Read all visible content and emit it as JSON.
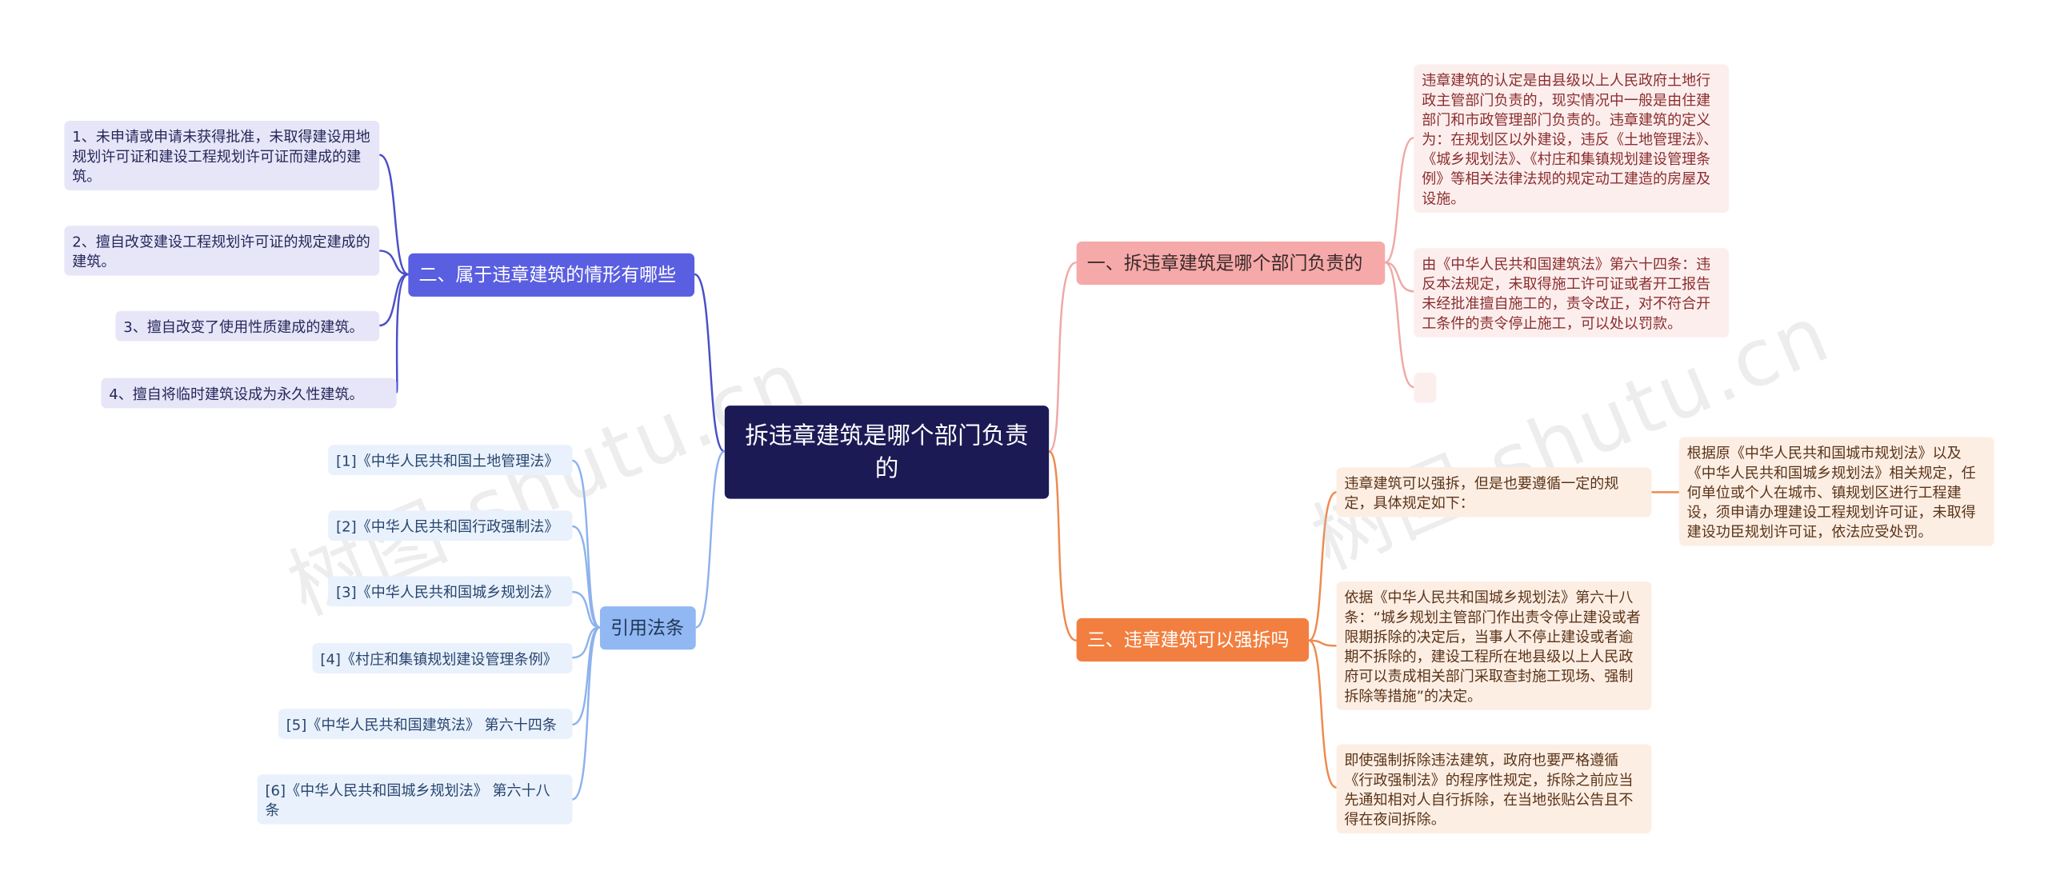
{
  "root": {
    "title": "拆违章建筑是哪个部门负责的"
  },
  "branches": {
    "b1": {
      "label": "一、拆违章建筑是哪个部门负责的",
      "children": [
        "违章建筑的认定是由县级以上人民政府土地行政主管部门负责的，现实情况中一般是由住建部门和市政管理部门负责的。违章建筑的定义为：在规划区以外建设，违反《土地管理法》、《城乡规划法》、《村庄和集镇规划建设管理条例》等相关法律法规的规定动工建造的房屋及设施。",
        "由《中华人民共和国建筑法》第六十四条：违反本法规定，未取得施工许可证或者开工报告未经批准擅自施工的，责令改正，对不符合开工条件的责令停止施工，可以处以罚款。",
        ""
      ]
    },
    "b2": {
      "label": "二、属于违章建筑的情形有哪些",
      "children": [
        "1、未申请或申请未获得批准，未取得建设用地规划许可证和建设工程规划许可证而建成的建筑。",
        "2、擅自改变建设工程规划许可证的规定建成的建筑。",
        "3、擅自改变了使用性质建成的建筑。",
        "4、擅自将临时建筑设成为永久性建筑。"
      ]
    },
    "b3": {
      "label": "三、违章建筑可以强拆吗",
      "children": [
        "违章建筑可以强拆，但是也要遵循一定的规定，具体规定如下：",
        "依据《中华人民共和国城乡规划法》第六十八条：“城乡规划主管部门作出责令停止建设或者限期拆除的决定后，当事人不停止建设或者逾期不拆除的，建设工程所在地县级以上人民政府可以责成相关部门采取查封施工现场、强制拆除等措施”的决定。",
        "即使强制拆除违法建筑，政府也要严格遵循《行政强制法》的程序性规定，拆除之前应当先通知相对人自行拆除，在当地张贴公告且不得在夜间拆除。"
      ],
      "subchild": "根据原《中华人民共和国城市规划法》以及《中华人民共和国城乡规划法》相关规定，任何单位或个人在城市、镇规划区进行工程建设，须申请办理建设工程规划许可证，未取得建设功臣规划许可证，依法应受处罚。"
    },
    "b4": {
      "label": "引用法条",
      "children": [
        "[1]《中华人民共和国土地管理法》",
        "[2]《中华人民共和国行政强制法》",
        "[3]《中华人民共和国城乡规划法》",
        "[4]《村庄和集镇规划建设管理条例》",
        "[5]《中华人民共和国建筑法》 第六十四条",
        "[6]《中华人民共和国城乡规划法》 第六十八条"
      ]
    }
  },
  "watermark": "树图 shutu.cn",
  "colors": {
    "root": "#1b1a55",
    "b1": "#f6a9a9",
    "b2": "#5a5ee0",
    "b3": "#f27f3f",
    "b4": "#91b8f2",
    "line1": "#f0a8a8",
    "line2": "#4b4fc8",
    "line3": "#ee8a4f",
    "line4": "#8db2ee"
  }
}
